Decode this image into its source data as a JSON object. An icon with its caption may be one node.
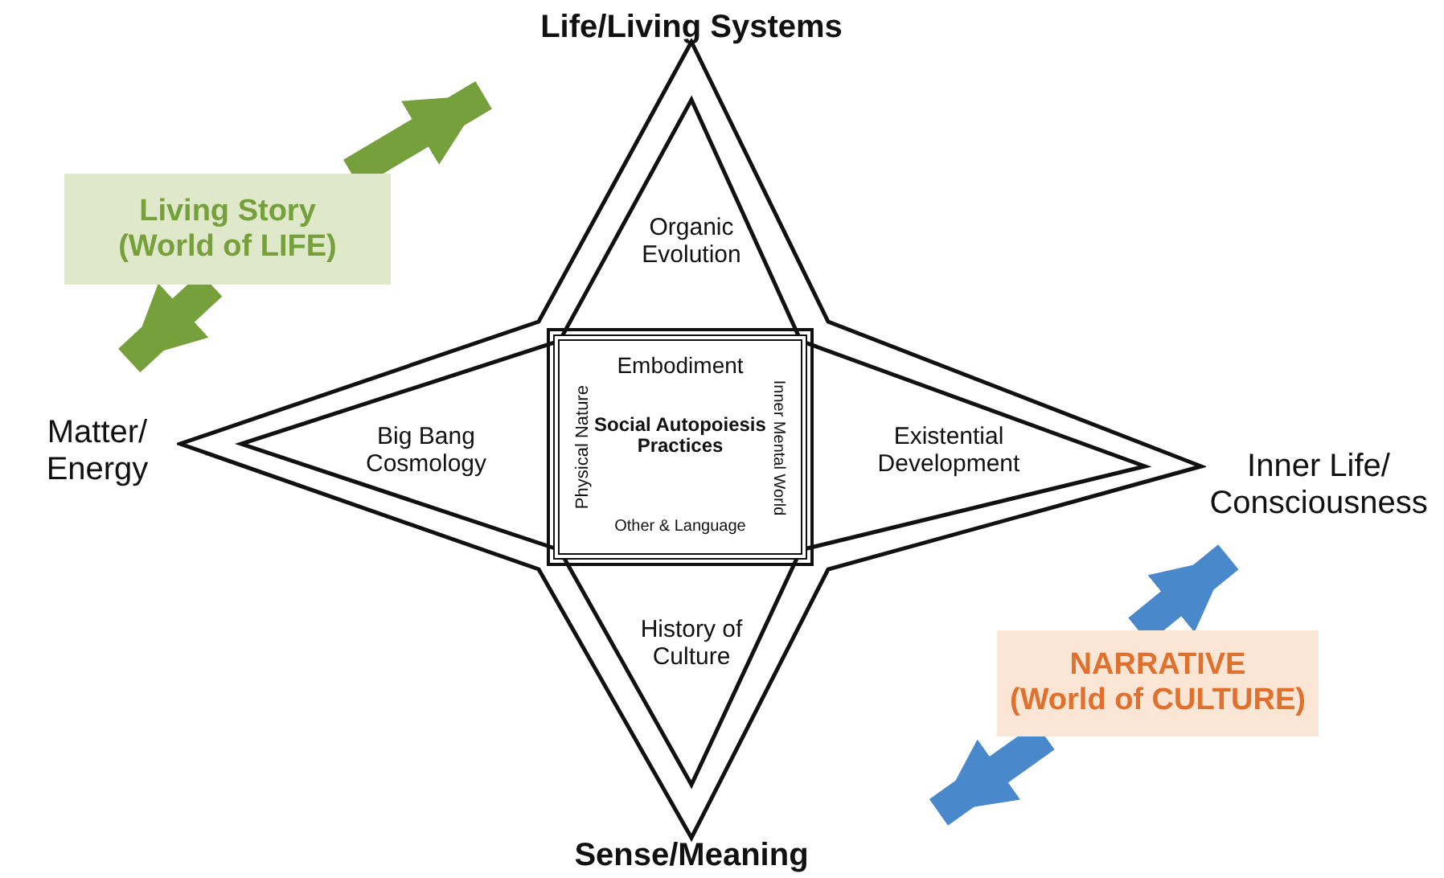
{
  "diagram": {
    "nodes": [
      {
        "text": [
          "Life/Living Systems"
        ]
      },
      {
        "text": [
          "Matter/ Energy"
        ]
      },
      {
        "text": [
          "Inner Life/ Consciousness"
        ]
      },
      {
        "text": [
          "Sense/Meaning"
        ]
      },
      {
        "text": [
          "Living Story (World of LIFE)"
        ]
      },
      {
        "text": [
          "NARRATIVE (World of CULTURE)"
        ]
      },
      {
        "text": [],
        "shape": "star"
      },
      {
        "text": [
          "Organic Evolution"
        ],
        "in": 6
      },
      {
        "text": [
          "Big Bang Cosmology"
        ],
        "in": 6
      },
      {
        "text": [
          "Existential Development"
        ],
        "in": 6
      },
      {
        "text": [
          "History of Culture"
        ],
        "in": 6
      },
      {
        "text": [
          "Embodiment",
          "Physical Nature",
          "Social Autopoiesis Practices",
          "Inner Mental World",
          "Other & Language"
        ],
        "in": 6
      }
    ],
    "edges": [
      {
        "from": 4,
        "to": 0,
        "arrow": "to",
        "color": "#76a03c"
      },
      {
        "from": 4,
        "to": 1,
        "arrow": "to",
        "color": "#76a03c"
      },
      {
        "from": 5,
        "to": 2,
        "arrow": "to",
        "color": "#4a88cc"
      },
      {
        "from": 5,
        "to": 3,
        "arrow": "to",
        "color": "#4a88cc"
      }
    ]
  }
}
